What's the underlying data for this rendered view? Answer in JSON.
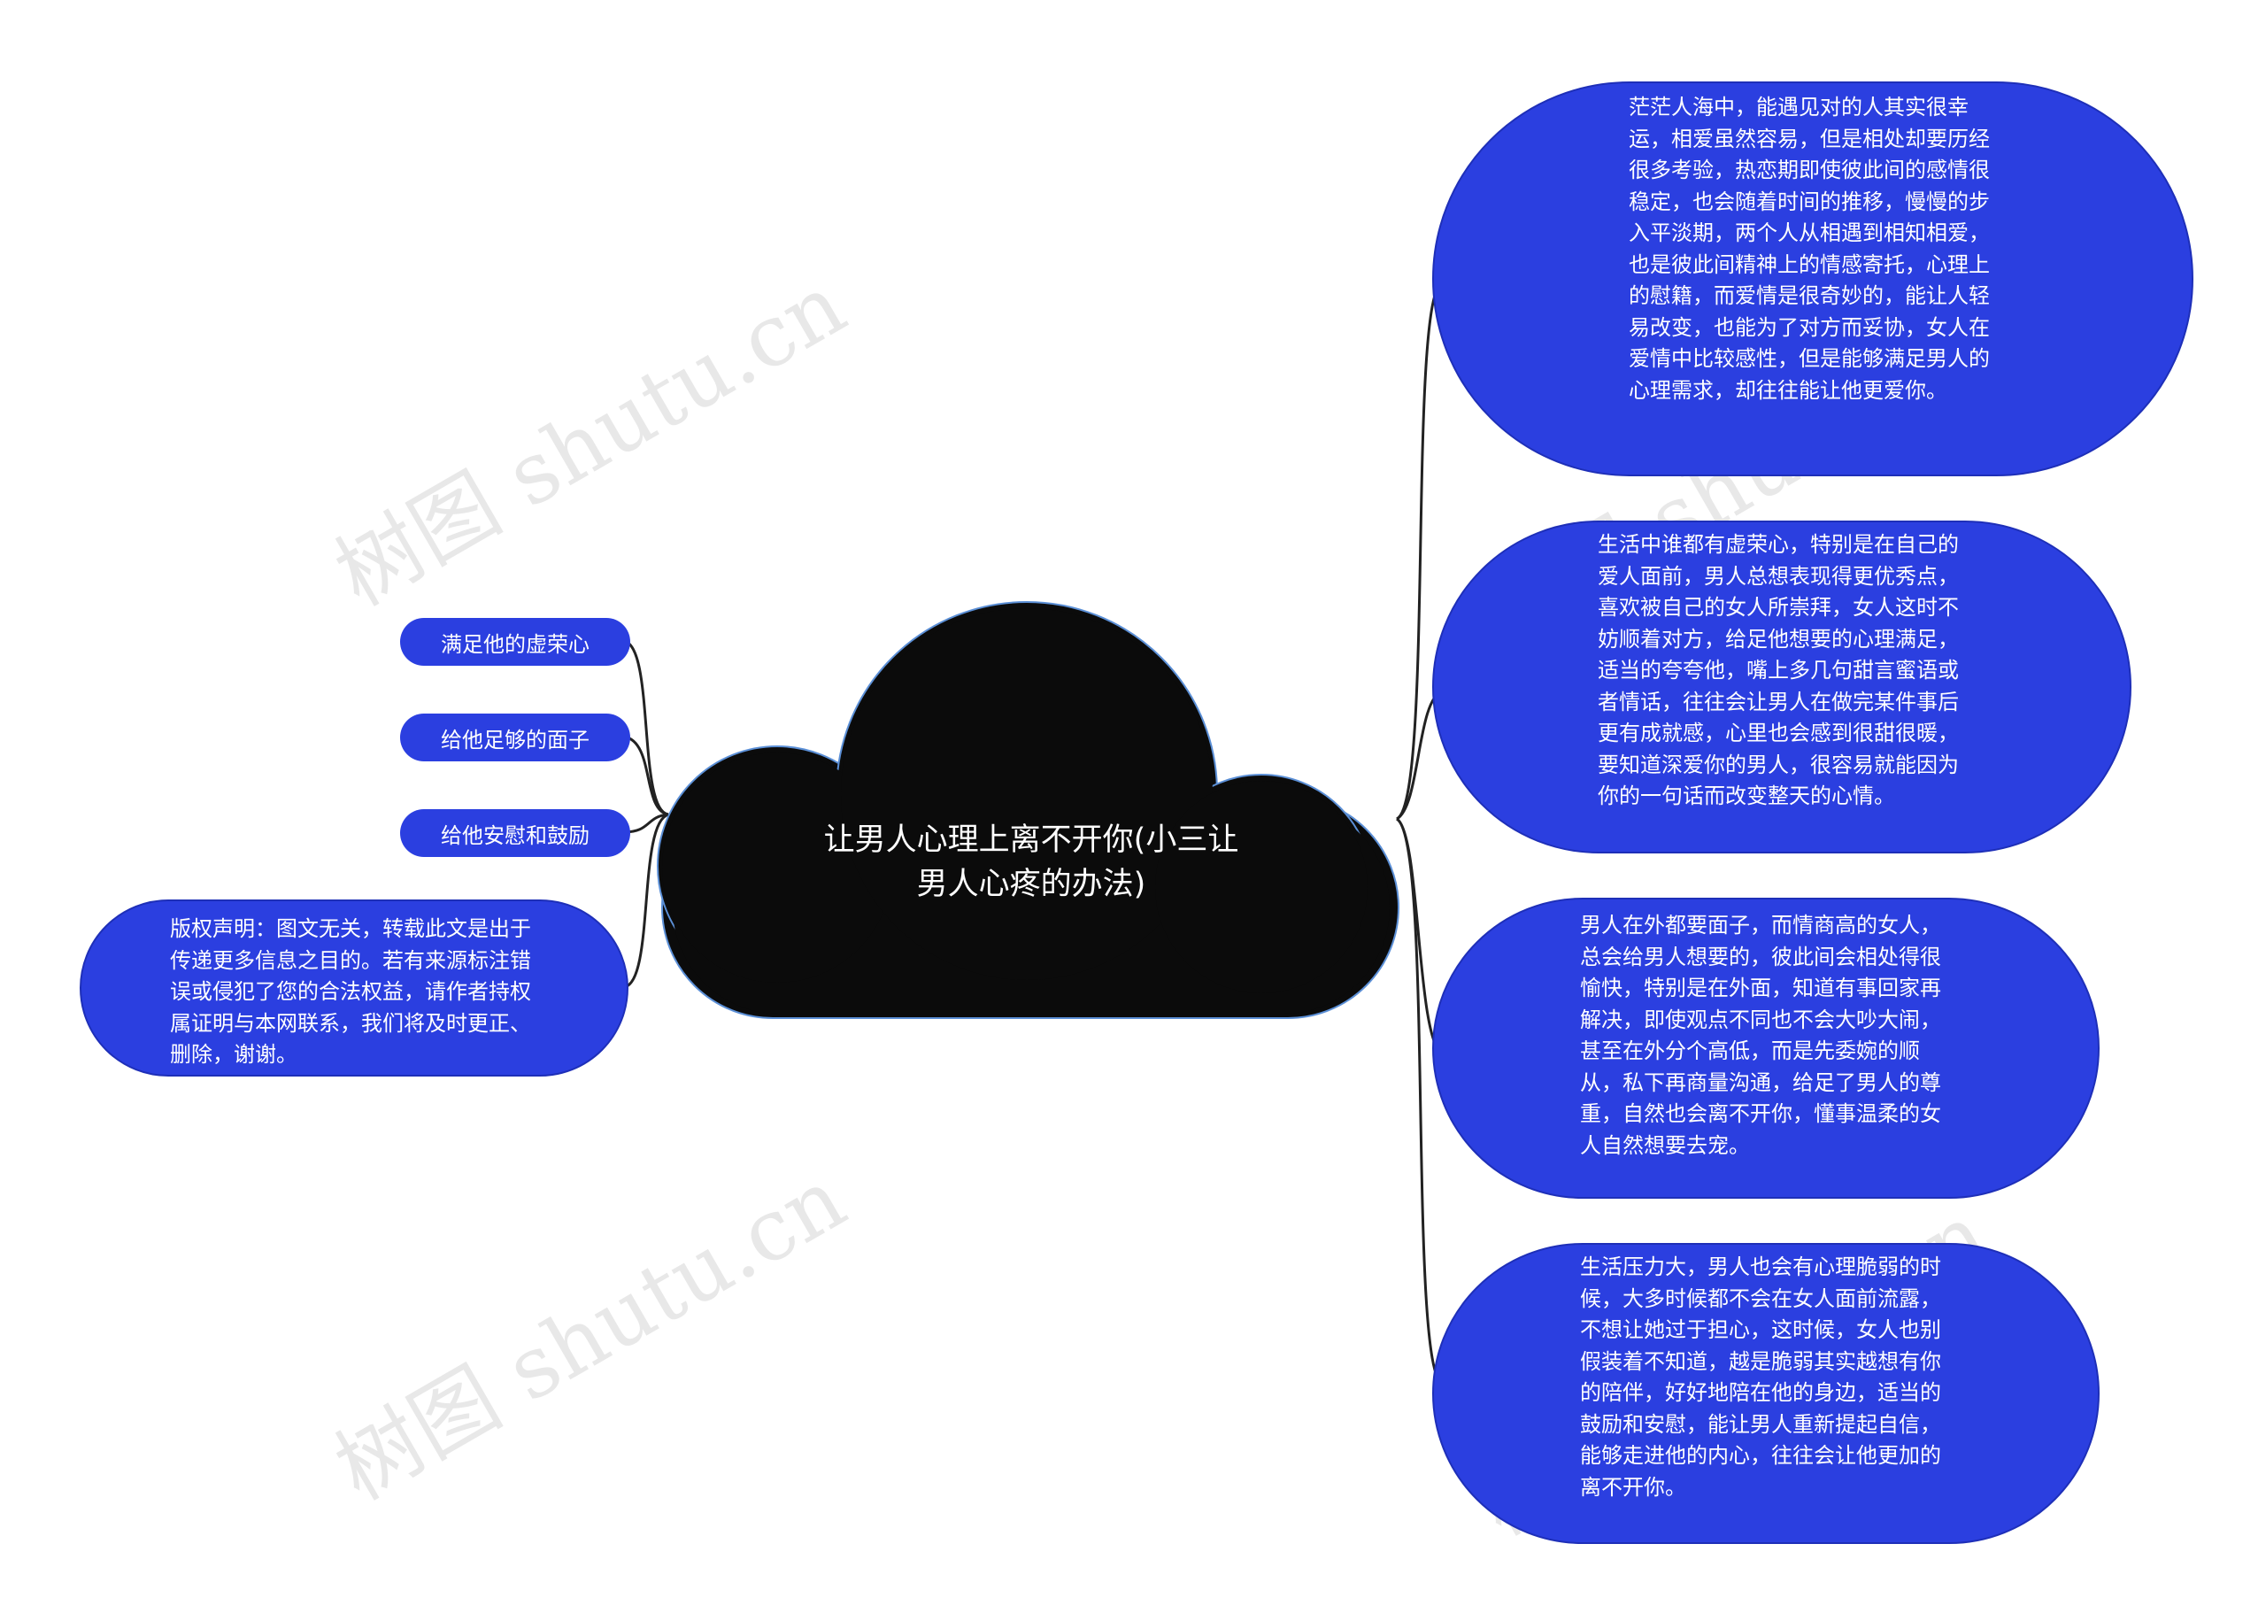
{
  "watermark_text": "树图 shutu.cn",
  "center_node": {
    "title": "让男人心理上离不开你(小三让男人心疼的办法)"
  },
  "left_nodes": [
    {
      "label": "满足他的虚荣心"
    },
    {
      "label": "给他足够的面子"
    },
    {
      "label": "给他安慰和鼓励"
    },
    {
      "label": "版权声明：图文无关，转载此文是出于传递更多信息之目的。若有来源标注错误或侵犯了您的合法权益，请作者持权属证明与本网联系，我们将及时更正、删除，谢谢。"
    }
  ],
  "right_nodes": [
    {
      "text": "茫茫人海中，能遇见对的人其实很幸运，相爱虽然容易，但是相处却要历经很多考验，热恋期即使彼此间的感情很稳定，也会随着时间的推移，慢慢的步入平淡期，两个人从相遇到相知相爱，也是彼此间精神上的情感寄托，心理上的慰籍，而爱情是很奇妙的，能让人轻易改变，也能为了对方而妥协，女人在爱情中比较感性，但是能够满足男人的心理需求，却往往能让他更爱你。"
    },
    {
      "text": "生活中谁都有虚荣心，特别是在自己的爱人面前，男人总想表现得更优秀点，喜欢被自己的女人所崇拜，女人这时不妨顺着对方，给足他想要的心理满足，适当的夸夸他，嘴上多几句甜言蜜语或者情话，往往会让男人在做完某件事后更有成就感，心里也会感到很甜很暖，要知道深爱你的男人，很容易就能因为你的一句话而改变整天的心情。"
    },
    {
      "text": "男人在外都要面子，而情商高的女人，总会给男人想要的，彼此间会相处得很愉快，特别是在外面，知道有事回家再解决，即使观点不同也不会大吵大闹，甚至在外分个高低，而是先委婉的顺从，私下再商量沟通，给足了男人的尊重，自然也会离不开你，懂事温柔的女人自然想要去宠。"
    },
    {
      "text": "生活压力大，男人也会有心理脆弱的时候，大多时候都不会在女人面前流露，不想让她过于担心，这时候，女人也别假装着不知道，越是脆弱其实越想有你的陪伴，好好地陪在他的身边，适当的鼓励和安慰，能让男人重新提起自信，能够走进他的内心，往往会让他更加的离不开你。"
    }
  ],
  "colors": {
    "node_fill": "#2b3fe0",
    "center_fill": "#0b0b0b",
    "text": "#ffffff",
    "connector": "#222222"
  }
}
